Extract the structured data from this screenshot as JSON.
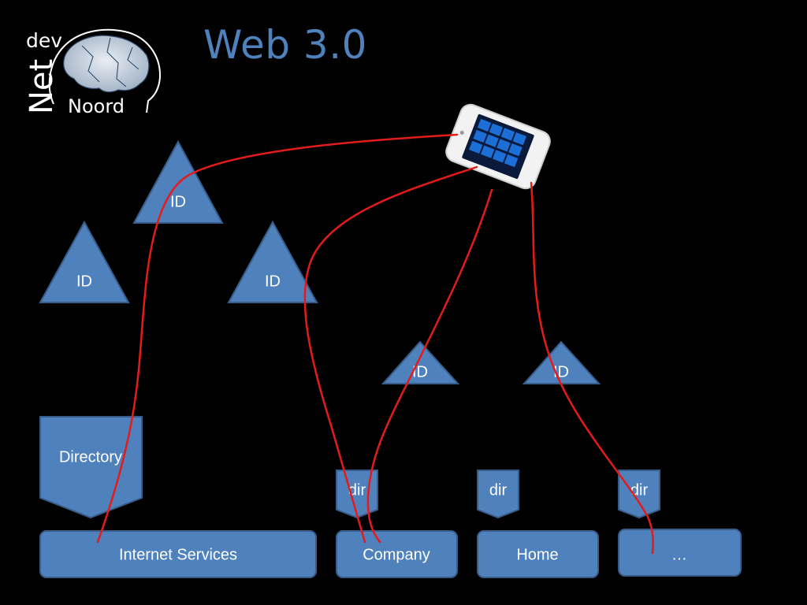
{
  "title": "Web 3.0",
  "logo": {
    "line1": "dev",
    "line2": "Net",
    "line3": "Noord"
  },
  "identities": [
    "ID",
    "ID",
    "ID",
    "ID",
    "ID"
  ],
  "directory_label": "Directory",
  "dir_labels": [
    "dir",
    "dir",
    "dir"
  ],
  "bases": [
    "Internet Services",
    "Company",
    "Home",
    "…"
  ],
  "colors": {
    "shape_fill": "#4f81bd",
    "shape_stroke": "#385d8a",
    "link": "#e31b1b",
    "background": "#000000"
  }
}
